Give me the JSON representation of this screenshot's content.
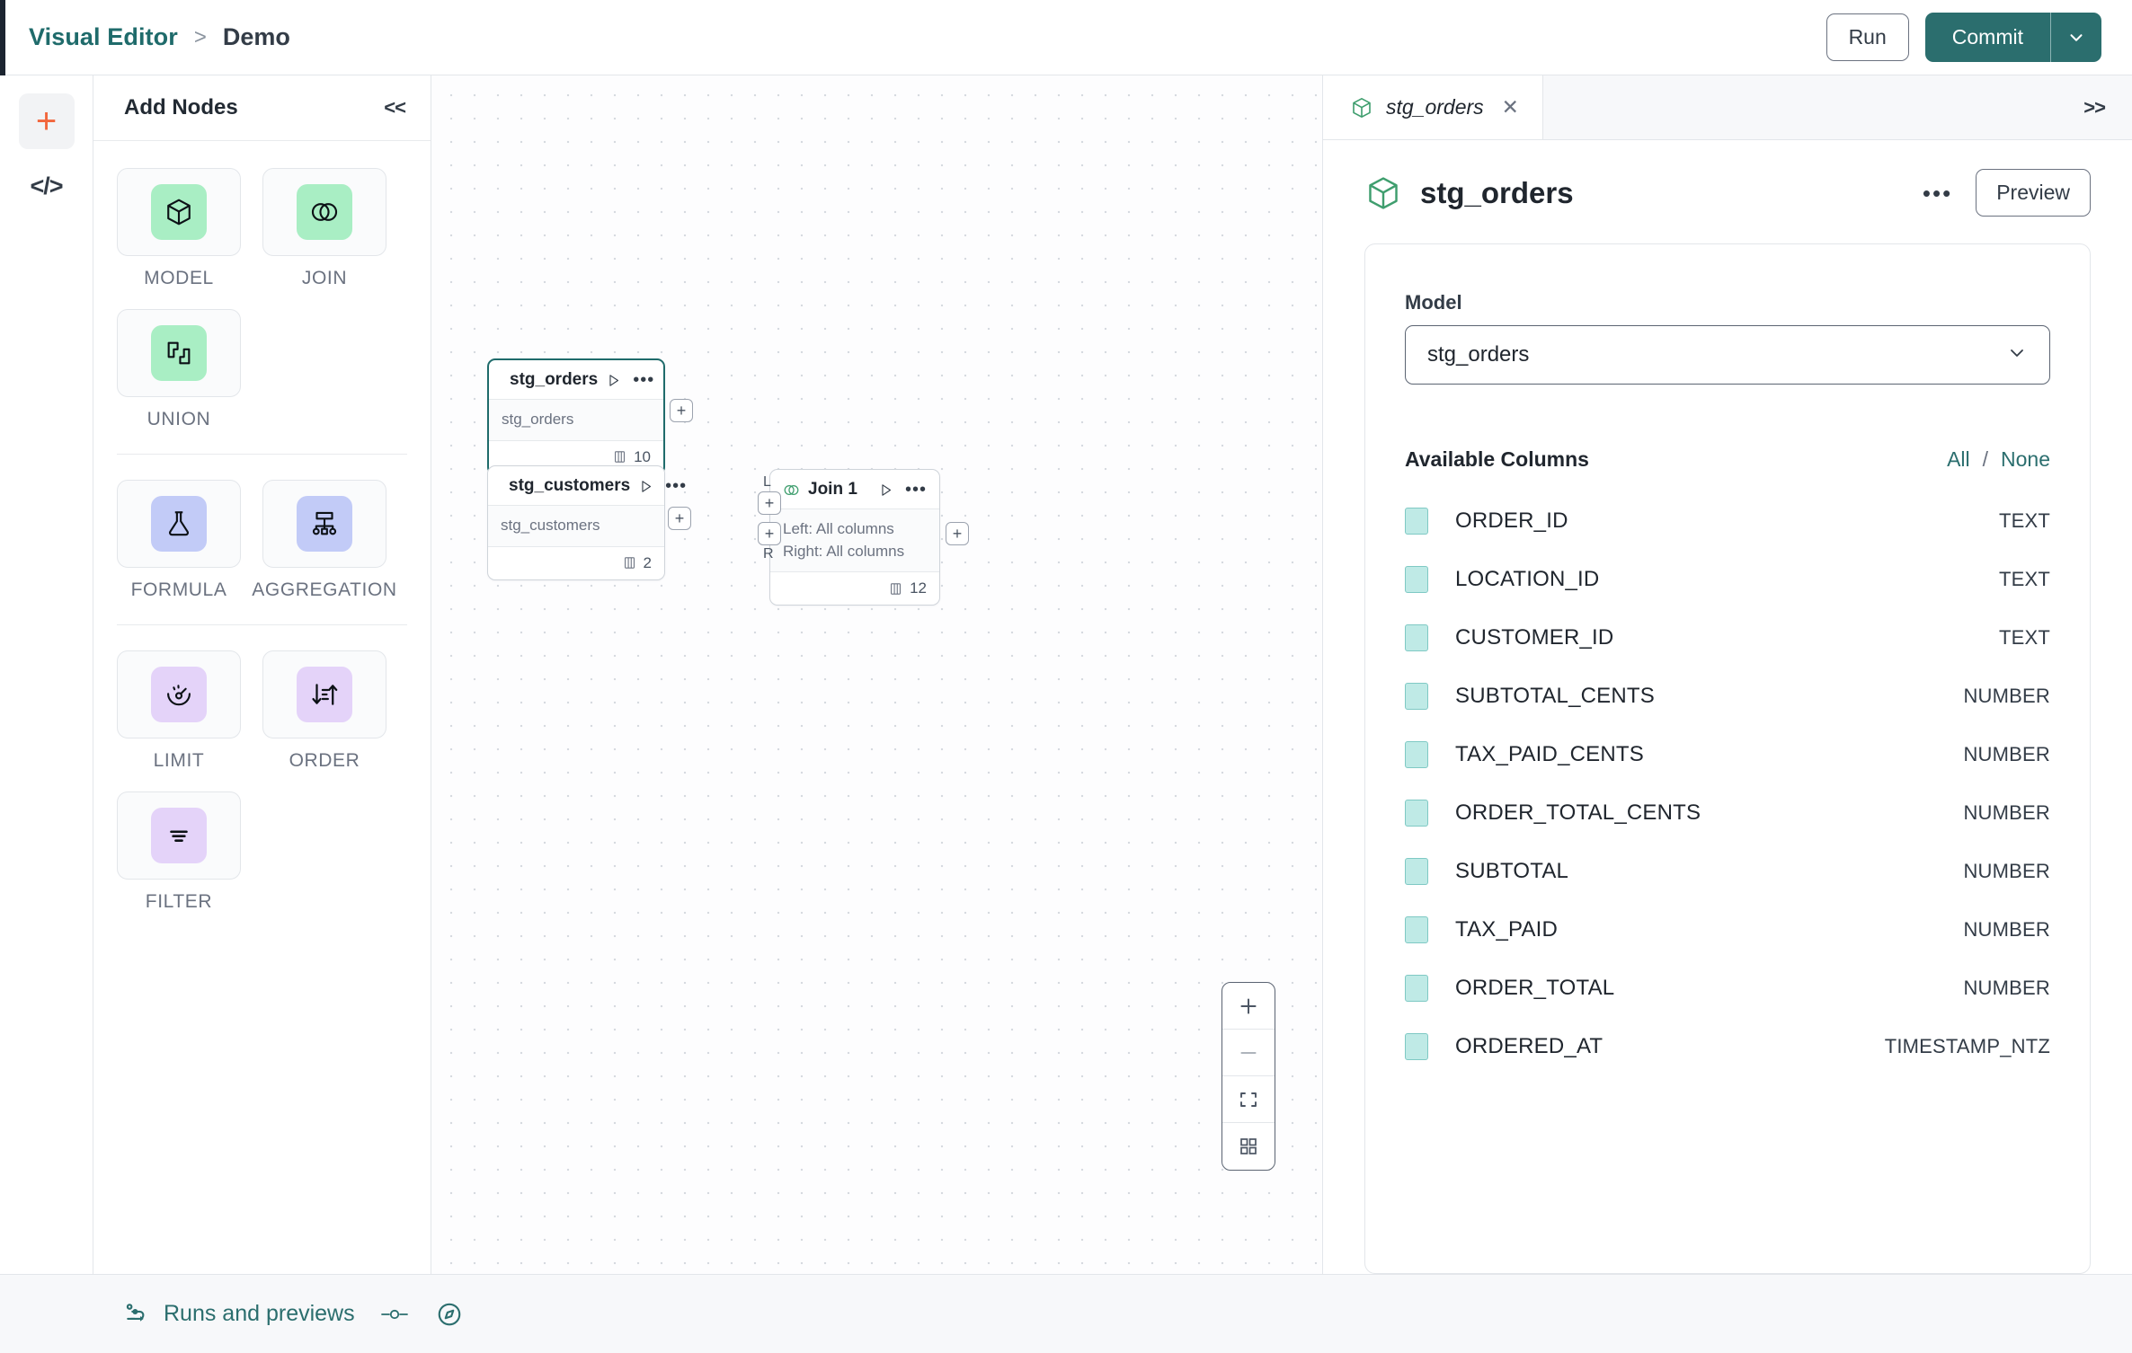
{
  "topbar": {
    "breadcrumb": {
      "root": "Visual Editor",
      "separator": ">",
      "current": "Demo"
    },
    "run_label": "Run",
    "commit_label": "Commit",
    "caret_icon": "chevron-down-icon"
  },
  "rail": {
    "add_icon": "plus-icon",
    "code_icon": "code-brackets-icon"
  },
  "nodes_panel": {
    "title": "Add Nodes",
    "collapse_label": "<<",
    "groups": [
      {
        "items": [
          {
            "label": "MODEL",
            "icon": "cube-icon",
            "tone": "green"
          },
          {
            "label": "JOIN",
            "icon": "venn-circles-icon",
            "tone": "green"
          },
          {
            "label": "UNION",
            "icon": "union-shapes-icon",
            "tone": "green"
          }
        ]
      },
      {
        "items": [
          {
            "label": "FORMULA",
            "icon": "flask-icon",
            "tone": "blue"
          },
          {
            "label": "AGGREGATION",
            "icon": "hierarchy-icon",
            "tone": "blue"
          }
        ]
      },
      {
        "items": [
          {
            "label": "LIMIT",
            "icon": "gauge-icon",
            "tone": "purple"
          },
          {
            "label": "ORDER",
            "icon": "sort-arrows-icon",
            "tone": "purple"
          },
          {
            "label": "FILTER",
            "icon": "filter-lines-icon",
            "tone": "purple"
          }
        ]
      }
    ]
  },
  "canvas": {
    "nodes": [
      {
        "id": "stg_orders",
        "title": "stg_orders",
        "icon": "cube-icon",
        "body_lines": [
          "stg_orders"
        ],
        "column_count": "10",
        "selected": true
      },
      {
        "id": "stg_customers",
        "title": "stg_customers",
        "icon": "cube-icon",
        "body_lines": [
          "stg_customers"
        ],
        "column_count": "2",
        "selected": false
      },
      {
        "id": "join_1",
        "title": "Join 1",
        "icon": "venn-circles-icon",
        "body_lines": [
          "Left: All columns",
          "Right: All columns"
        ],
        "column_count": "12",
        "selected": false
      }
    ],
    "port_glyph": "+",
    "join_port_labels": {
      "left": "L",
      "right": "R"
    },
    "zoom_controls": [
      {
        "name": "zoom-in",
        "icon": "plus-icon"
      },
      {
        "name": "zoom-out",
        "icon": "minus-icon"
      },
      {
        "name": "fit-view",
        "icon": "fit-screen-icon"
      },
      {
        "name": "mini-map",
        "icon": "grid-squares-icon"
      }
    ]
  },
  "right_panel": {
    "tab": {
      "label": "stg_orders",
      "icon": "cube-icon",
      "close_icon": "close-icon"
    },
    "expand_label": ">>",
    "header": {
      "title": "stg_orders",
      "icon": "cube-icon",
      "more_icon": "ellipsis-icon",
      "preview_label": "Preview"
    },
    "model": {
      "label": "Model",
      "value": "stg_orders",
      "caret_icon": "chevron-down-icon"
    },
    "columns_section": {
      "title": "Available Columns",
      "all_label": "All",
      "separator": "/",
      "none_label": "None"
    },
    "columns": [
      {
        "name": "ORDER_ID",
        "type": "TEXT",
        "checked": true
      },
      {
        "name": "LOCATION_ID",
        "type": "TEXT",
        "checked": true
      },
      {
        "name": "CUSTOMER_ID",
        "type": "TEXT",
        "checked": true
      },
      {
        "name": "SUBTOTAL_CENTS",
        "type": "NUMBER",
        "checked": true
      },
      {
        "name": "TAX_PAID_CENTS",
        "type": "NUMBER",
        "checked": true
      },
      {
        "name": "ORDER_TOTAL_CENTS",
        "type": "NUMBER",
        "checked": true
      },
      {
        "name": "SUBTOTAL",
        "type": "NUMBER",
        "checked": true
      },
      {
        "name": "TAX_PAID",
        "type": "NUMBER",
        "checked": true
      },
      {
        "name": "ORDER_TOTAL",
        "type": "NUMBER",
        "checked": true
      },
      {
        "name": "ORDERED_AT",
        "type": "TIMESTAMP_NTZ",
        "checked": true
      }
    ]
  },
  "bottombar": {
    "runs_label": "Runs and previews",
    "runs_icon": "flow-run-icon",
    "toggle_icon": "toggle-switch-icon",
    "compass_icon": "compass-icon"
  },
  "colors": {
    "accent_teal": "#2b6e6e",
    "accent_orange": "#f2663c",
    "node_green": "#a9eec4",
    "node_blue": "#c2cbf7",
    "node_purple": "#e4d3f9",
    "checkbox_fill": "#bfeae6"
  }
}
